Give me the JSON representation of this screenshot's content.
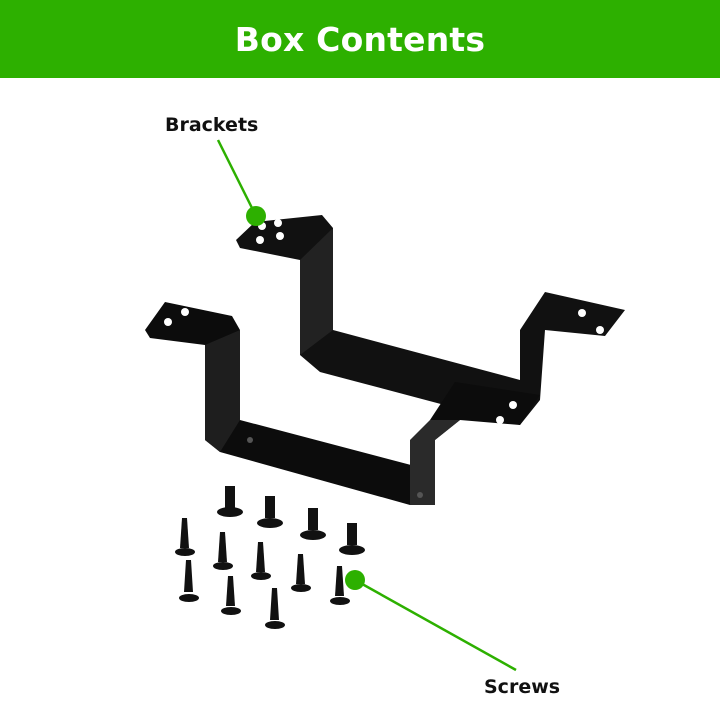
{
  "header": {
    "title": "Box Contents"
  },
  "callouts": {
    "brackets": "Brackets",
    "screws": "Screws"
  },
  "colors": {
    "accent": "#2db000"
  }
}
